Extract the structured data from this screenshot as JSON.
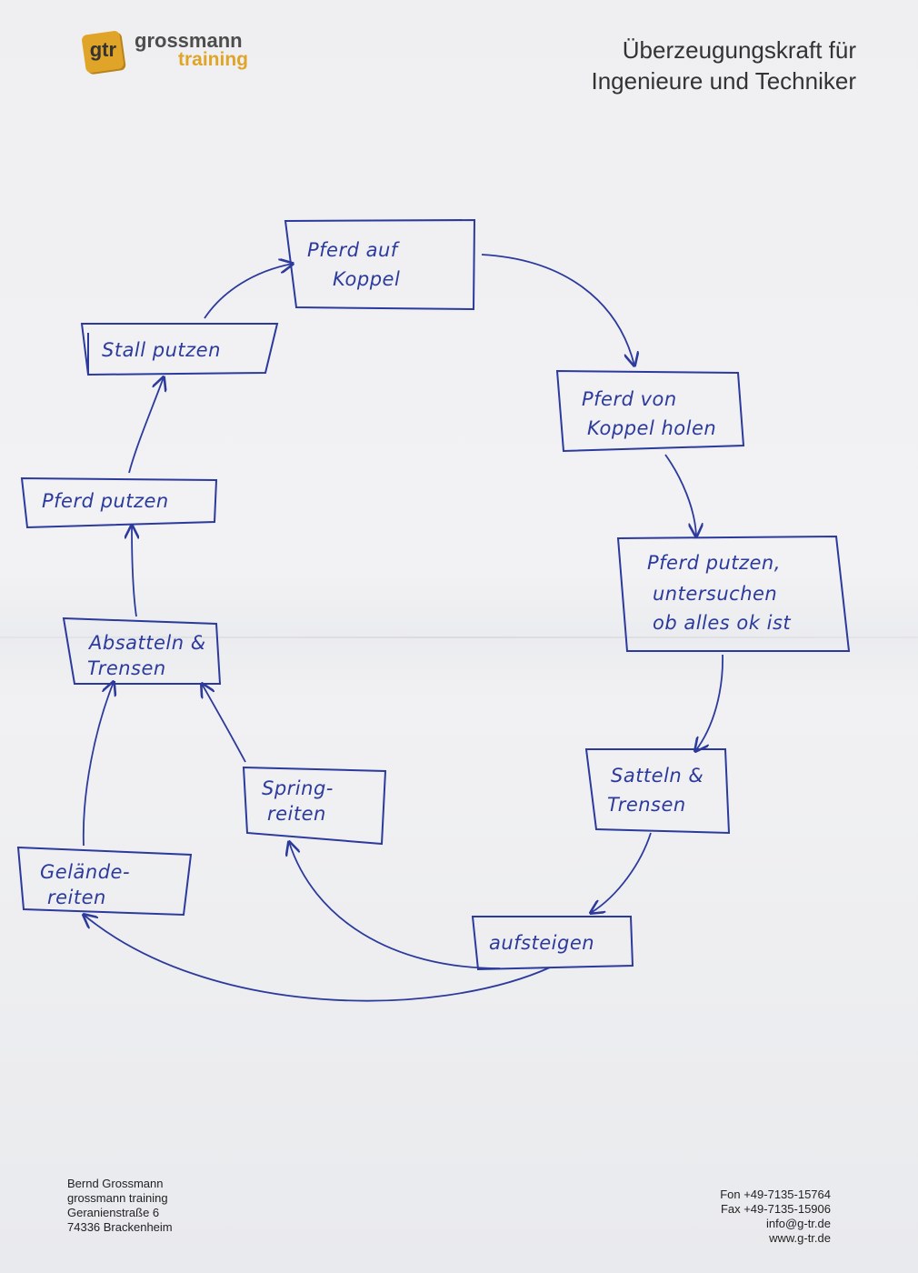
{
  "header": {
    "logo_mark": "gtr",
    "logo_name": "grossmann",
    "logo_sub": "training",
    "tagline_line1": "Überzeugungskraft für",
    "tagline_line2": "Ingenieure und Techniker"
  },
  "diagram": {
    "nodes": [
      {
        "id": "pferd-auf-koppel",
        "lines": [
          "Pferd auf",
          "Koppel"
        ]
      },
      {
        "id": "pferd-von-koppel",
        "lines": [
          "Pferd von",
          "Koppel holen"
        ]
      },
      {
        "id": "pferd-putzen-untersuchen",
        "lines": [
          "Pferd putzen,",
          "untersuchen",
          "ob alles ok ist"
        ]
      },
      {
        "id": "satteln-trensen",
        "lines": [
          "Satteln &",
          "Trensen"
        ]
      },
      {
        "id": "aufsteigen",
        "lines": [
          "aufsteigen"
        ]
      },
      {
        "id": "springreiten",
        "lines": [
          "Spring-",
          "reiten"
        ]
      },
      {
        "id": "gelaendereiten",
        "lines": [
          "Gelände-",
          "reiten"
        ]
      },
      {
        "id": "absatteln",
        "lines": [
          "Absatteln &",
          "Trensen"
        ]
      },
      {
        "id": "pferd-putzen",
        "lines": [
          "Pferd putzen"
        ]
      },
      {
        "id": "stall-putzen",
        "lines": [
          "Stall putzen"
        ]
      }
    ],
    "ink_color": "#2c3a9c"
  },
  "footer": {
    "name": "Bernd Grossmann",
    "company": "grossmann training",
    "street": "Geranienstraße 6",
    "city": "74336 Brackenheim",
    "fon": "Fon +49-7135-15764",
    "fax": "Fax +49-7135-15906",
    "email": "info@g-tr.de",
    "web": "www.g-tr.de"
  }
}
